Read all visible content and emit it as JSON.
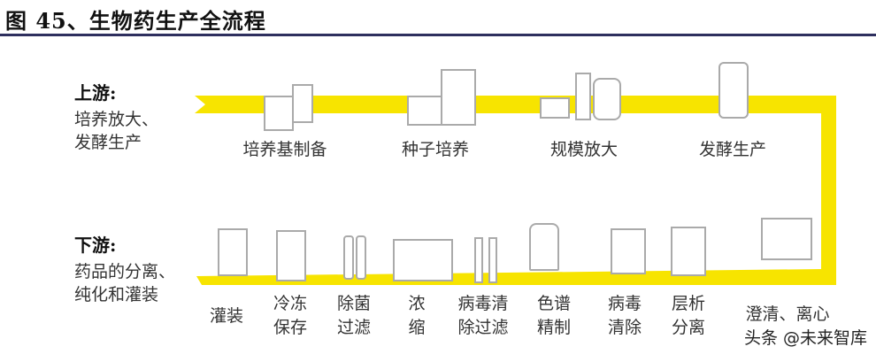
{
  "title": "图 45、生物药生产全流程",
  "upstream": {
    "heading": "上游:",
    "desc1": "培养放大、",
    "desc2": "发酵生产",
    "steps": [
      "培养基制备",
      "种子培养",
      "规模放大",
      "发酵生产"
    ]
  },
  "downstream": {
    "heading": "下游:",
    "desc1": "药品的分离、",
    "desc2": "纯化和灌装",
    "steps": [
      [
        "灌装",
        ""
      ],
      [
        "冷冻",
        "保存"
      ],
      [
        "除菌",
        "过滤"
      ],
      [
        "浓",
        "缩"
      ],
      [
        "病毒清",
        "除过滤"
      ],
      [
        "色谱",
        "精制"
      ],
      [
        "病毒",
        "清除"
      ],
      [
        "层析",
        "分离"
      ],
      [
        "澄清、离心",
        ""
      ]
    ]
  },
  "watermark": "头条 @未来智库",
  "colors": {
    "path": "#f7e400",
    "rule": "#2e2f5e"
  }
}
